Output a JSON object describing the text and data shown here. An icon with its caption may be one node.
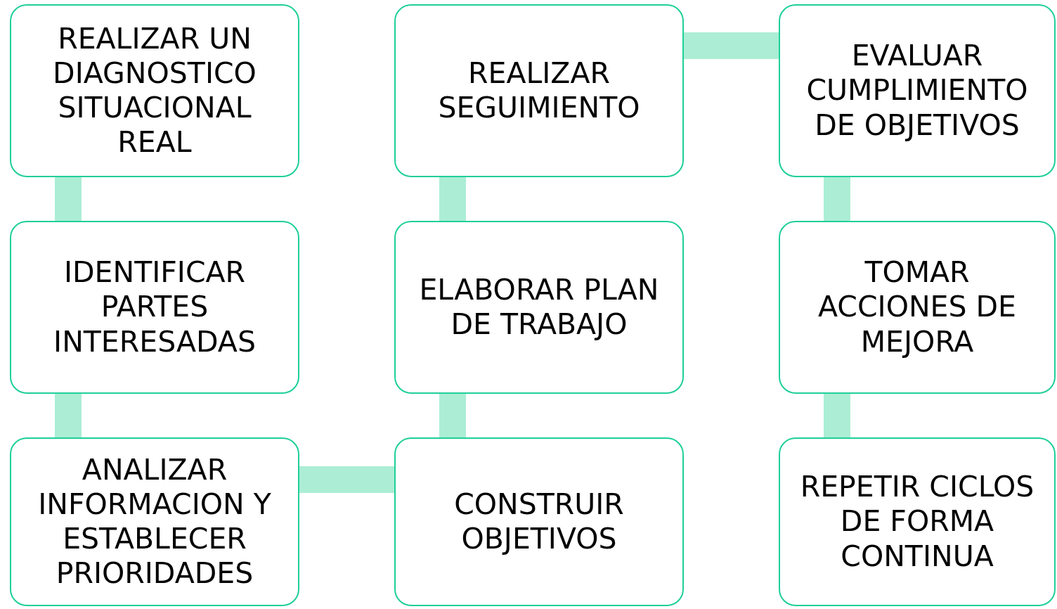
{
  "diagram": {
    "nodes": [
      {
        "text": [
          "REALIZAR UN DIAGNOSTICO SITUACIONAL REAL"
        ]
      },
      {
        "text": [
          "IDENTIFICAR PARTES INTERESADAS"
        ]
      },
      {
        "text": [
          "ANALIZAR INFORMACION Y ESTABLECER PRIORIDADES"
        ]
      },
      {
        "text": [
          "CONSTRUIR OBJETIVOS"
        ]
      },
      {
        "text": [
          "ELABORAR PLAN DE TRABAJO"
        ]
      },
      {
        "text": [
          "REALIZAR SEGUIMIENTO"
        ]
      },
      {
        "text": [
          "EVALUAR CUMPLIMIENTO DE OBJETIVOS"
        ]
      },
      {
        "text": [
          "TOMAR ACCIONES DE MEJORA"
        ]
      },
      {
        "text": [
          "REPETIR CICLOS DE FORMA CONTINUA"
        ]
      }
    ],
    "edges": [
      {
        "from": 0,
        "to": 1,
        "arrow": "none"
      },
      {
        "from": 1,
        "to": 2,
        "arrow": "none"
      },
      {
        "from": 2,
        "to": 3,
        "arrow": "none"
      },
      {
        "from": 3,
        "to": 4,
        "arrow": "none"
      },
      {
        "from": 4,
        "to": 5,
        "arrow": "none"
      },
      {
        "from": 5,
        "to": 6,
        "arrow": "none"
      },
      {
        "from": 6,
        "to": 7,
        "arrow": "none"
      },
      {
        "from": 7,
        "to": 8,
        "arrow": "none"
      }
    ]
  }
}
